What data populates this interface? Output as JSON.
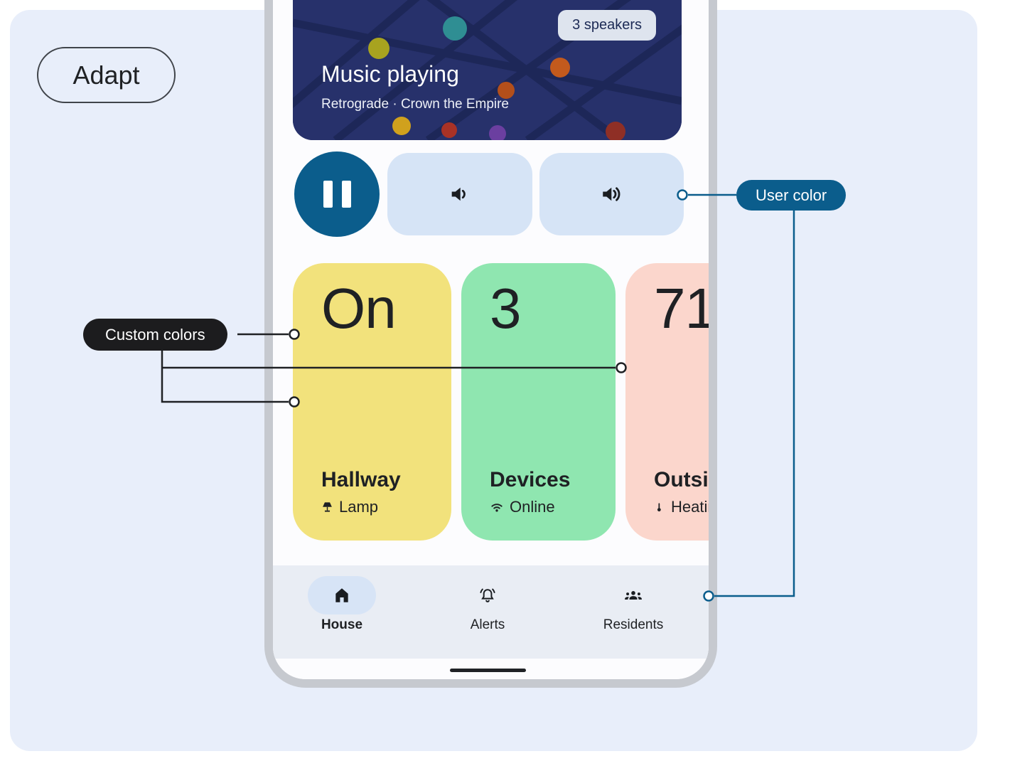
{
  "annotations": {
    "adapt_label": "Adapt",
    "user_color": {
      "label": "User color",
      "color": "#0b5d8c"
    },
    "custom_colors": {
      "label": "Custom colors",
      "color": "#1c1c1e"
    }
  },
  "phone": {
    "media_card": {
      "badge": "3 speakers",
      "title": "Music playing",
      "subtitle": "Retrograde · Crown the Empire",
      "bg_color": "#27316b",
      "icon": "music-note-icon"
    },
    "controls": {
      "pause_icon": "pause-icon",
      "volume_down_icon": "volume-down-icon",
      "volume_up_icon": "volume-up-icon",
      "accent_color": "#0b5d8c",
      "button_color": "#d6e4f6"
    },
    "tiles": [
      {
        "value": "On",
        "title": "Hallway",
        "subtitle": "Lamp",
        "icon": "lamp-icon",
        "color": "#f2e27c"
      },
      {
        "value": "3",
        "title": "Devices",
        "subtitle": "Online",
        "icon": "wifi-icon",
        "color": "#8fe6b0"
      },
      {
        "value": "71",
        "title": "Outside",
        "subtitle": "Heating",
        "icon": "thermometer-icon",
        "color": "#fbd6cc"
      }
    ],
    "nav": [
      {
        "label": "House",
        "icon": "house-icon",
        "active": true
      },
      {
        "label": "Alerts",
        "icon": "bell-icon",
        "active": false
      },
      {
        "label": "Residents",
        "icon": "residents-icon",
        "active": false
      }
    ]
  }
}
